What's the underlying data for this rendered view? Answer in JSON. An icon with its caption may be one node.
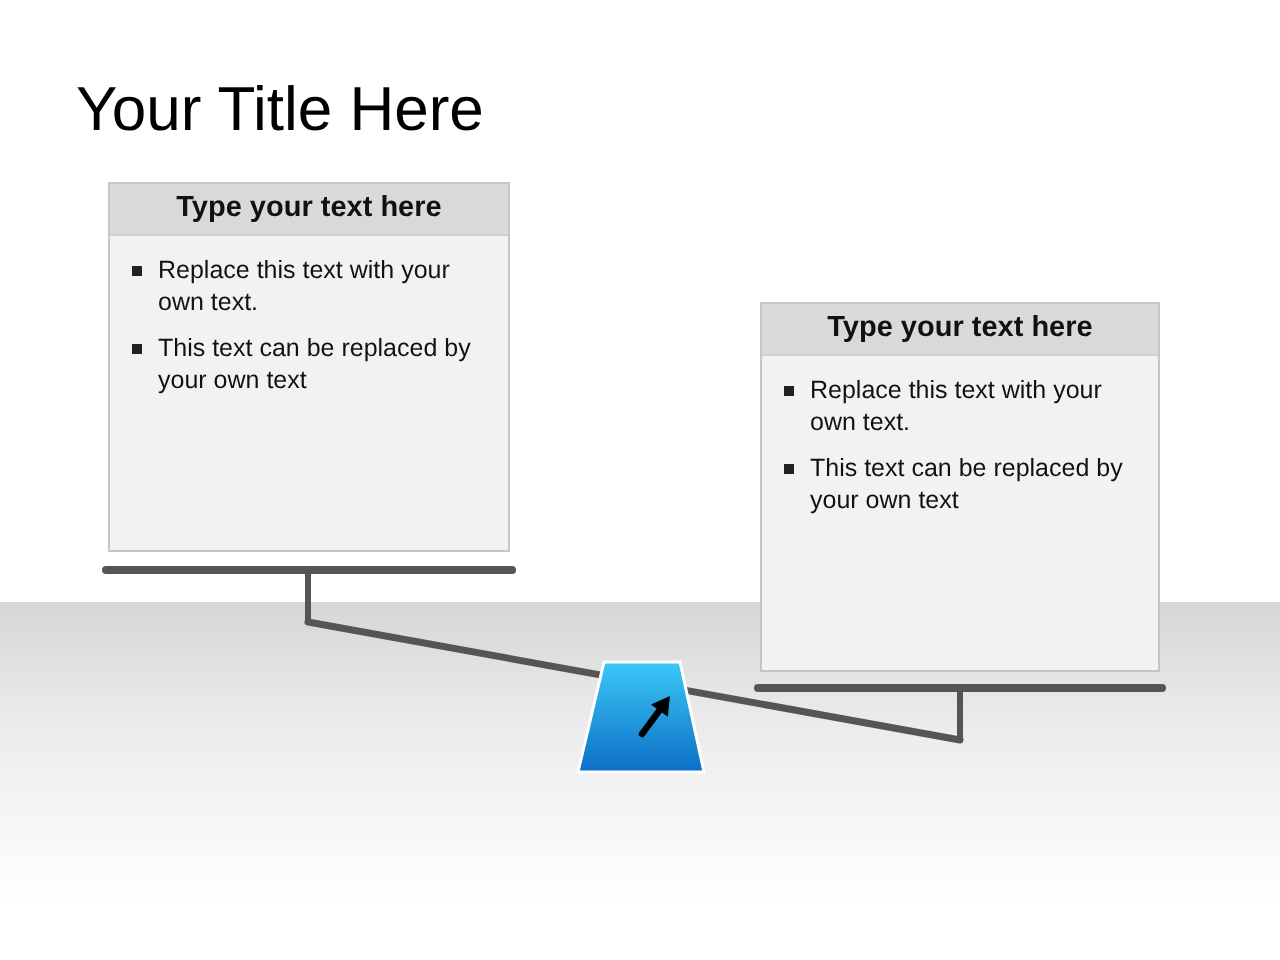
{
  "diagram": {
    "title": "Your Title Here",
    "nodes": [
      {
        "text": [
          "Type your text here",
          "Replace this text with your own text.",
          "This text can be replaced by your own text"
        ]
      },
      {
        "text": [
          "Type your text here",
          "Replace this text with your own text.",
          "This text can be replaced by your own text"
        ]
      }
    ]
  }
}
